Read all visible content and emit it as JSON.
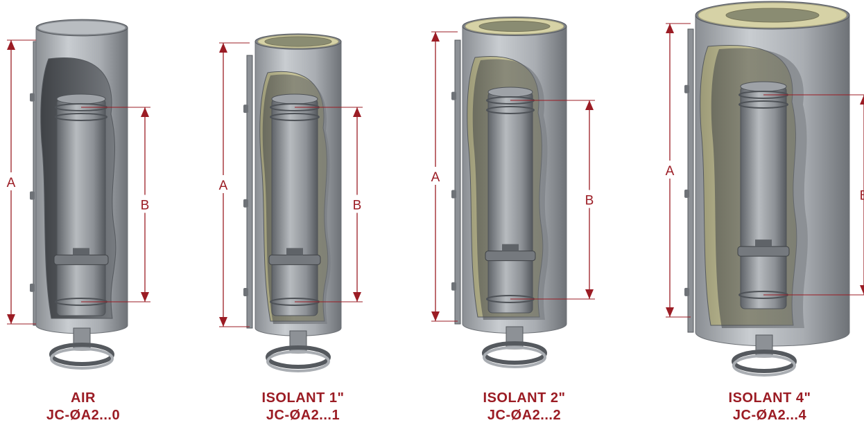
{
  "products": [
    {
      "name": "AIR",
      "code": "JC-ØA2...0",
      "insulation": "none",
      "dimension_labels": {
        "outer_height": "A",
        "inner_length": "B"
      }
    },
    {
      "name": "ISOLANT 1\"",
      "code": "JC-ØA2...1",
      "insulation": "1in",
      "dimension_labels": {
        "outer_height": "A",
        "inner_length": "B"
      }
    },
    {
      "name": "ISOLANT 2\"",
      "code": "JC-ØA2...2",
      "insulation": "2in",
      "dimension_labels": {
        "outer_height": "A",
        "inner_length": "B"
      }
    },
    {
      "name": "ISOLANT 4\"",
      "code": "JC-ØA2...4",
      "insulation": "4in",
      "dimension_labels": {
        "outer_height": "A",
        "inner_length": "B"
      }
    }
  ],
  "colors": {
    "accent": "#9b1c24",
    "steel": "#8c9096",
    "insulation": "#d6d2a6"
  }
}
